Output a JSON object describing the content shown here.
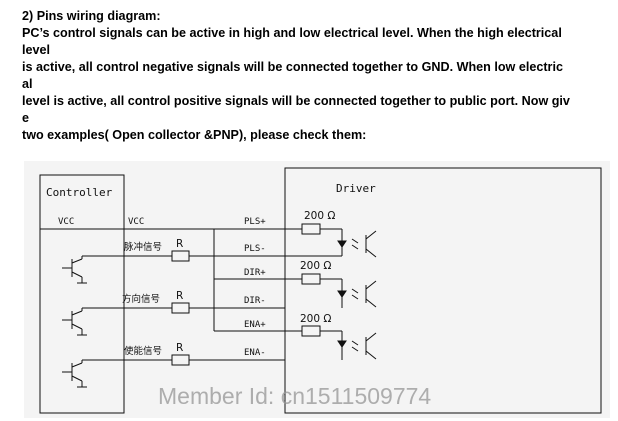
{
  "paragraph": {
    "lines": [
      "2) Pins wiring diagram:",
      "PC’s control signals can be active in high and low electrical level. When the high electrical",
      "level",
      "is active, all control negative signals will be connected together to GND. When low electric",
      "al",
      "level is active, all control positive signals will be connected together to public port. Now giv",
      "e",
      "two examples(  Open collector &PNP), please check them:"
    ]
  },
  "diagram": {
    "controller_title": "Controller",
    "driver_title": "Driver",
    "vcc_left": "VCC",
    "vcc_mid": "VCC",
    "pins": [
      "PLS+",
      "PLS-",
      "DIR+",
      "DIR-",
      "ENA+",
      "ENA-"
    ],
    "signal_labels": [
      "脉冲信号",
      "方向信号",
      "使能信号"
    ],
    "resistor_label": "R",
    "driver_resistors": [
      "200 Ω",
      "200 Ω",
      "200 Ω"
    ]
  },
  "watermark": "Member Id: cn1511509774",
  "colors": {
    "line": "#111111",
    "frame_bg": "#f4f4f4",
    "watermark": "#969696"
  }
}
